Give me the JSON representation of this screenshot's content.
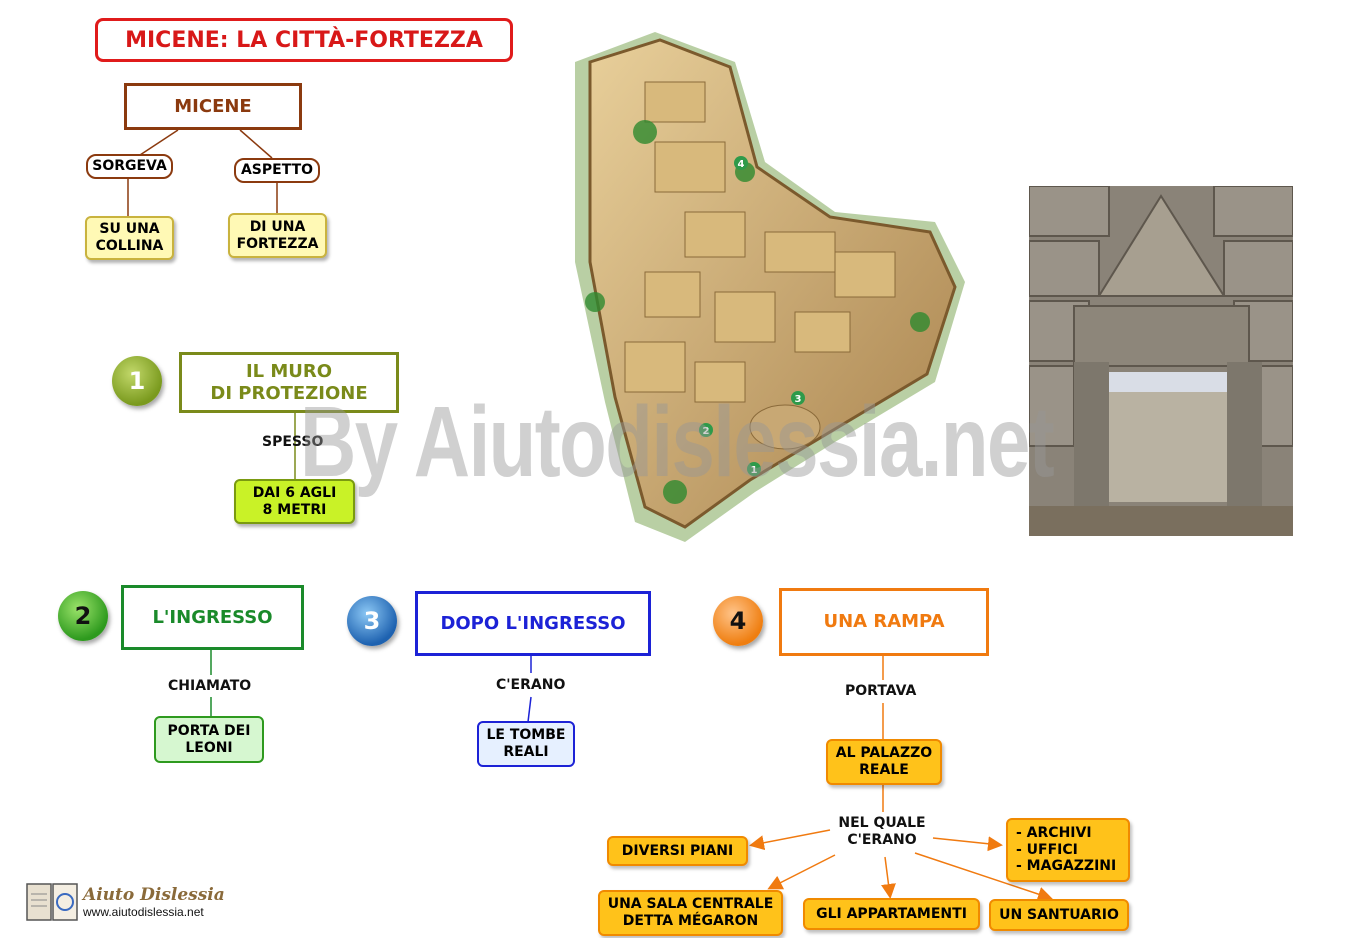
{
  "title": "MICENE: LA CITTÀ-FORTEZZA",
  "root": {
    "label": "MICENE",
    "branches": [
      {
        "link": "SORGEVA",
        "value": "SU UNA\nCOLLINA"
      },
      {
        "link": "ASPETTO",
        "value": "DI UNA\nFORTEZZA"
      }
    ]
  },
  "sections": [
    {
      "number": "1",
      "heading": "IL MURO\nDI PROTEZIONE",
      "link": "SPESSO",
      "value": "DAI 6 AGLI\n8 METRI"
    },
    {
      "number": "2",
      "heading": "L'INGRESSO",
      "link": "CHIAMATO",
      "value": "PORTA DEI\nLEONI"
    },
    {
      "number": "3",
      "heading": "DOPO L'INGRESSO",
      "link": "C'ERANO",
      "value": "LE TOMBE\nREALI"
    },
    {
      "number": "4",
      "heading": "UNA RAMPA",
      "link": "PORTAVA",
      "value": "AL PALAZZO\nREALE",
      "sublink": "NEL QUALE\nC'ERANO",
      "children": [
        "DIVERSI PIANI",
        "- ARCHIVI\n- UFFICI\n- MAGAZZINI",
        "UNA SALA CENTRALE\nDETTA MÉGARON",
        "GLI APPARTAMENTI",
        "UN SANTUARIO"
      ]
    }
  ],
  "map_markers": [
    "4",
    "3",
    "2",
    "1"
  ],
  "watermark": "By Aiutodislessia.net",
  "logo": {
    "name": "Aiuto Dislessia",
    "url": "www.aiutodislessia.net"
  },
  "colors": {
    "title": "#e01b1b",
    "root": "#8b3a0f",
    "s1": "#7a8a1a",
    "s2": "#1a8a2a",
    "s3": "#1c22d6",
    "s4": "#f07a10"
  },
  "icons": [
    "citadel-illustration",
    "lion-gate-photo",
    "book-logo-icon"
  ]
}
